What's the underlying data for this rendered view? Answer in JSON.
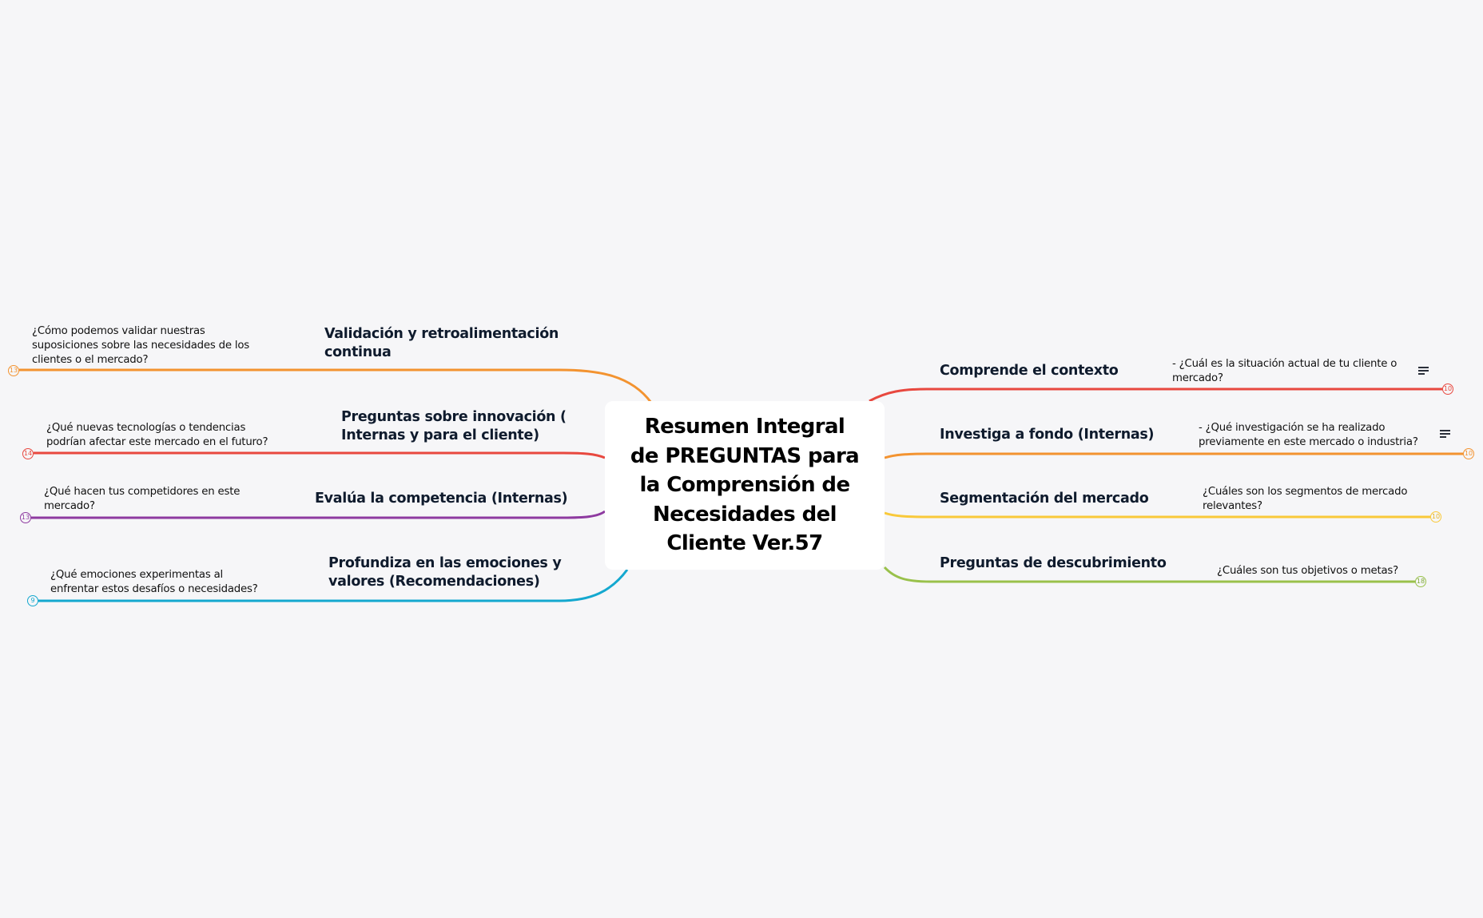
{
  "central_topic": {
    "title": "Resumen Integral\nde PREGUNTAS para\nla Comprensión de\nNecesidades del\n Cliente  Ver.57"
  },
  "colors": {
    "background": "#f6f6f8",
    "orange": "#f39330",
    "red": "#e8483f",
    "purple": "#8e3aa0",
    "cyan": "#14a8cf",
    "yellow": "#f9c93a",
    "green": "#99c14b"
  },
  "left_branches": [
    {
      "topic": "Validación y retroalimentación\ncontinua",
      "subtopic": "¿Cómo podemos validar nuestras\nsuposiciones sobre las necesidades de los\nclientes o el mercado?",
      "collapsed_count": "13",
      "color": "#f39330"
    },
    {
      "topic": "Preguntas sobre innovación (\nInternas y para el cliente)",
      "subtopic": "¿Qué nuevas tecnologías o tendencias\npodrían afectar este mercado en el futuro?",
      "collapsed_count": "14",
      "color": "#e8483f"
    },
    {
      "topic": "Evalúa la competencia (Internas)",
      "subtopic": "¿Qué hacen tus competidores en este\nmercado?",
      "collapsed_count": "13",
      "color": "#8e3aa0"
    },
    {
      "topic": "Profundiza en las emociones y\nvalores  (Recomendaciones)",
      "subtopic": "¿Qué emociones experimentas al\nenfrentar estos desafíos o necesidades?",
      "collapsed_count": "9",
      "color": "#14a8cf"
    }
  ],
  "right_branches": [
    {
      "topic": "Comprende el contexto",
      "subtopic": "- ¿Cuál es la situación actual de tu cliente o\nmercado?",
      "has_note": true,
      "collapsed_count": "10",
      "color": "#e8483f"
    },
    {
      "topic": "Investiga a fondo (Internas)",
      "subtopic": "- ¿Qué investigación se ha realizado\npreviamente en este mercado o industria?",
      "has_note": true,
      "collapsed_count": "10",
      "color": "#f39330"
    },
    {
      "topic": "Segmentación del mercado",
      "subtopic": "¿Cuáles son los segmentos de mercado\nrelevantes?",
      "has_note": false,
      "collapsed_count": "10",
      "color": "#f9c93a"
    },
    {
      "topic": "Preguntas de descubrimiento",
      "subtopic": "¿Cuáles son tus objetivos o metas?",
      "has_note": false,
      "collapsed_count": "18",
      "color": "#99c14b"
    }
  ]
}
